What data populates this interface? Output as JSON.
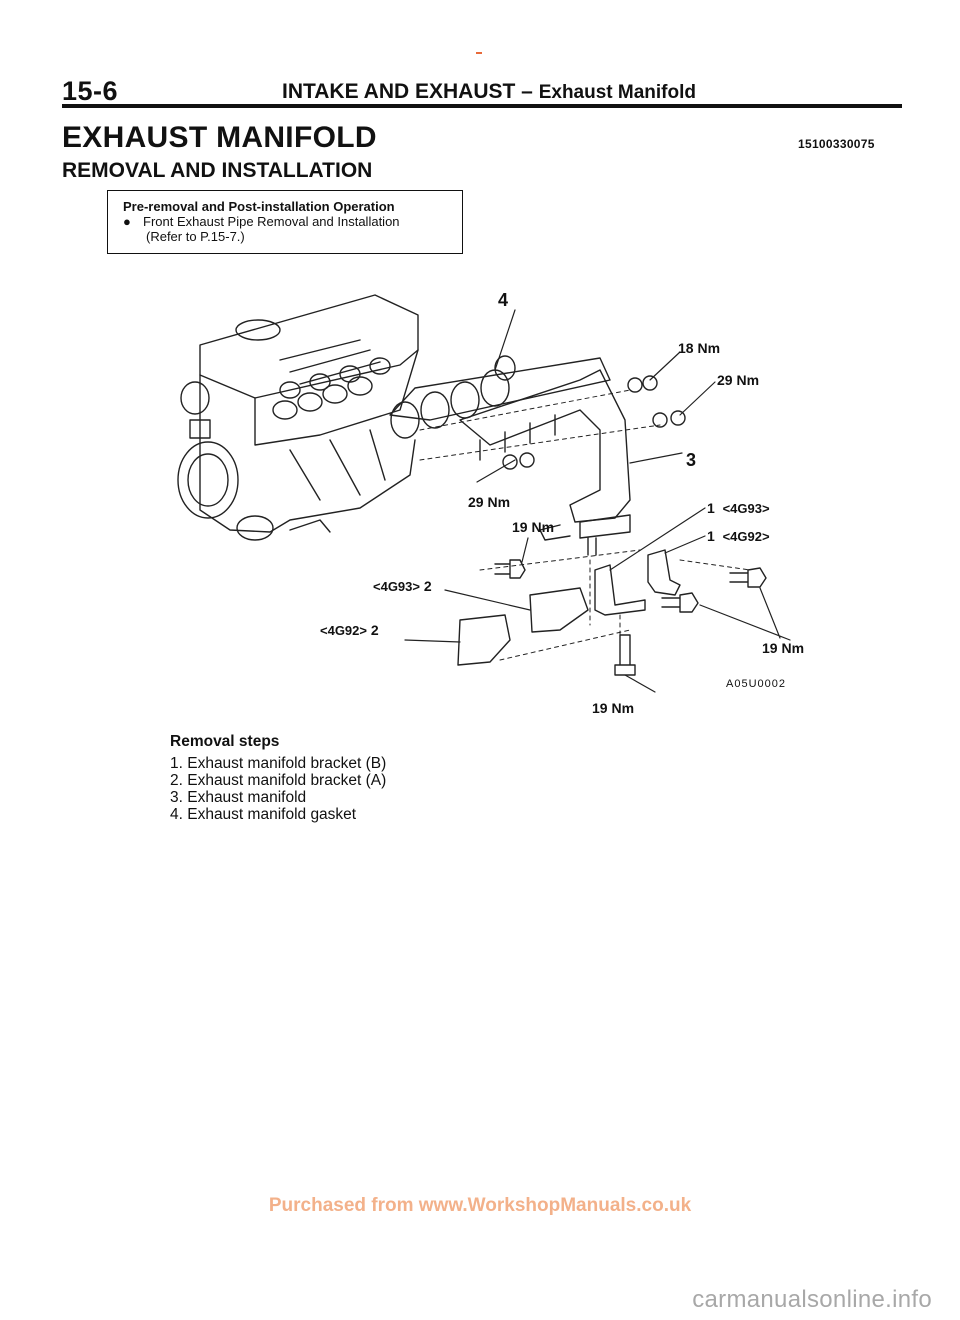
{
  "header": {
    "page_number": "15-6",
    "section": "INTAKE AND EXHAUST",
    "separator": " – ",
    "subsection": "Exhaust Manifold"
  },
  "title": "EXHAUST MANIFOLD",
  "doc_code": "15100330075",
  "subtitle": "REMOVAL AND INSTALLATION",
  "info_box": {
    "heading": "Pre-removal and Post-installation Operation",
    "bullet": "●",
    "line1": "Front Exhaust Pipe Removal and Installation",
    "line2": "(Refer to P.15-7.)"
  },
  "diagram": {
    "callouts": {
      "c4": "4",
      "c3": "3",
      "t18a": "18 Nm",
      "t29a": "29 Nm",
      "t29b": "29 Nm",
      "t19a": "19 Nm",
      "t19b": "19 Nm",
      "t19c": "19 Nm",
      "c1a_num": "1",
      "c1a_var": "<4G93>",
      "c1b_num": "1",
      "c1b_var": "<4G92>",
      "c2a_var": "<4G93>",
      "c2a_num": "2",
      "c2b_var": "<4G92>",
      "c2b_num": "2"
    },
    "figure_code": "A05U0002"
  },
  "removal_steps": {
    "title": "Removal steps",
    "items": [
      "1. Exhaust manifold bracket (B)",
      "2. Exhaust manifold bracket (A)",
      "3. Exhaust manifold",
      "4. Exhaust manifold gasket"
    ]
  },
  "watermark": "Purchased from www.WorkshopManuals.co.uk",
  "footer_logo": "carmanualsonline.info",
  "colors": {
    "watermark": "#f3b18a",
    "footer_logo": "#a8a8a8",
    "ink": "#111111"
  }
}
